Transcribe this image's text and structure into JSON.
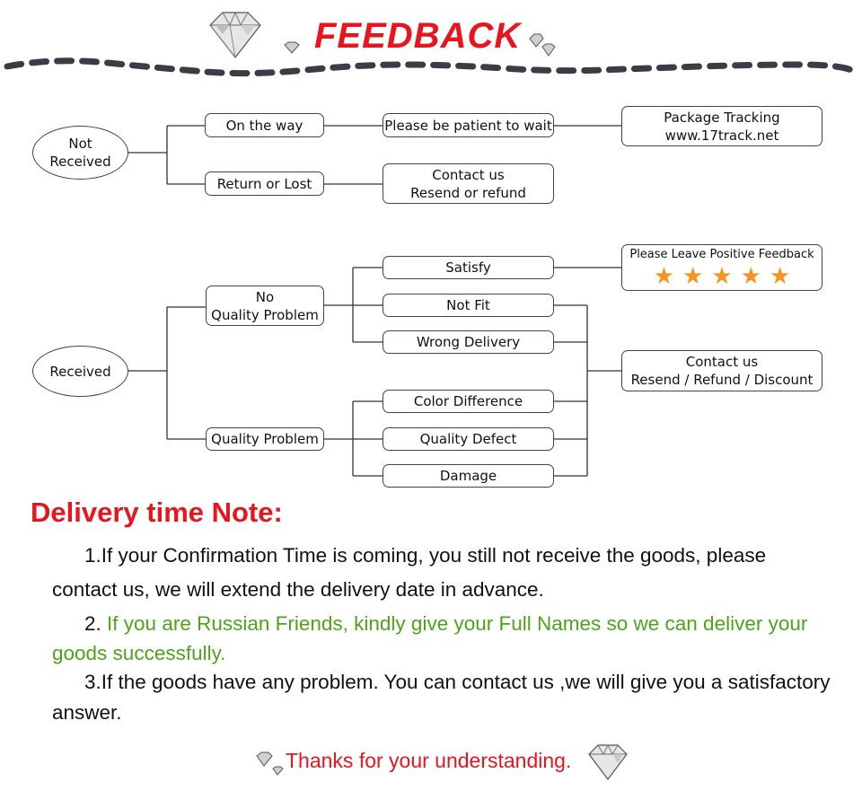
{
  "header": {
    "title": "FEEDBACK"
  },
  "not_received": {
    "root": [
      "Not",
      "Received"
    ],
    "on_the_way": "On the way",
    "be_patient": "Please be patient to wait",
    "tracking": [
      "Package Tracking",
      "www.17track.net"
    ],
    "return_or_lost": "Return or Lost",
    "contact": [
      "Contact us",
      "Resend or refund"
    ]
  },
  "received": {
    "root": "Received",
    "no_quality_problem": [
      "No",
      "Quality Problem"
    ],
    "quality_problem": "Quality Problem",
    "satisfy": "Satisfy",
    "not_fit": "Not Fit",
    "wrong_delivery": "Wrong Delivery",
    "color_difference": "Color Difference",
    "quality_defect": "Quality Defect",
    "damage": "Damage",
    "positive_feedback": "Please Leave Positive Feedback",
    "star_count": 5,
    "contact": [
      "Contact us",
      "Resend / Refund / Discount"
    ]
  },
  "note": {
    "title": "Delivery time Note:",
    "p1": "1.If your Confirmation Time is coming, you still not receive the goods, please contact us, we will extend the delivery date in advance.",
    "p2_prefix": "2. ",
    "p2_green": "If you are Russian Friends, kindly give your Full Names so we can deliver your goods successfully.",
    "p3": "3.If the goods have any problem. You can contact us ,we will give you a satisfactory answer."
  },
  "footer": {
    "thanks": "Thanks for your understanding."
  },
  "colors": {
    "title_red": "#e8141e",
    "note_green": "#4da31a",
    "star_orange": "#f7931e",
    "dash_gray": "#3a3d45"
  }
}
